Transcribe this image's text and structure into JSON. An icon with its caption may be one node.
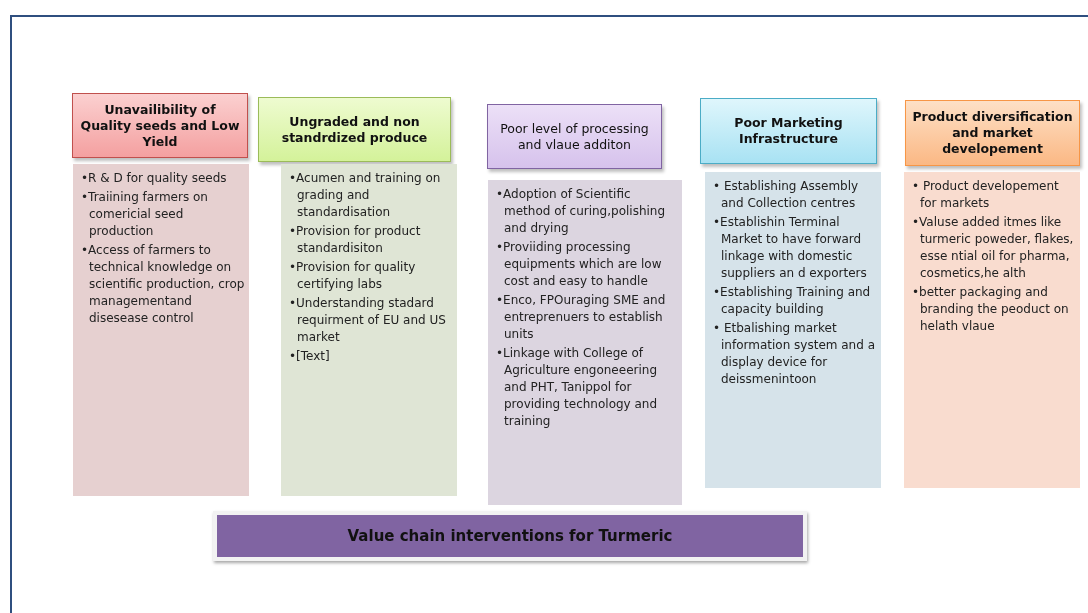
{
  "diagram": {
    "nodes": [
      {
        "text": [
          "Unavailibility of Quality seeds and Low Yield"
        ]
      },
      {
        "text": [
          "•R & D for quality seeds",
          "•Traiining farmers on comericial seed production",
          "•Access of farmers to technical knowledge on scientific production, crop managementand disesease control"
        ]
      },
      {
        "text": [
          "Ungraded and non standrdized produce"
        ]
      },
      {
        "text": [
          "•Acumen and training on grading and standardisation",
          "•Provision for product standardisiton",
          "•Provision for quality certifying labs",
          "•Understanding stadard requirment of EU and US market",
          "•[Text]"
        ]
      },
      {
        "text": [
          "Poor level of processing and vlaue additon"
        ]
      },
      {
        "text": [
          "•Adoption of Scientific method of curing,polishing and drying",
          "•Proviiding processing equipments which are low cost and easy to handle",
          "•Enco, FPOuraging SME and entreprenuers to establish units",
          "•Linkage with College of Agriculture engoneeering and PHT, Tanippol for providing technology and training"
        ]
      },
      {
        "text": [
          "Poor Marketing Infrastructure"
        ]
      },
      {
        "text": [
          "• Establishing Assembly and Collection centres",
          "•Establishin Terminal Market to have forward linkage with domestic suppliers an d exporters",
          "•Establishing Training and capacity building",
          "• Etbalishing market information system and a display device for deissmenintoon"
        ]
      },
      {
        "text": [
          "Product diversification and market developement"
        ]
      },
      {
        "text": [
          "• Product developement for markets",
          "•Valuse added itmes like turmeric poweder, flakes, esse ntial oil for pharma, cosmetics,he alth",
          "•better packaging and branding the peoduct on helath vlaue"
        ]
      },
      {
        "text": [
          "Value chain interventions for Turmeric"
        ]
      }
    ],
    "edges": []
  }
}
